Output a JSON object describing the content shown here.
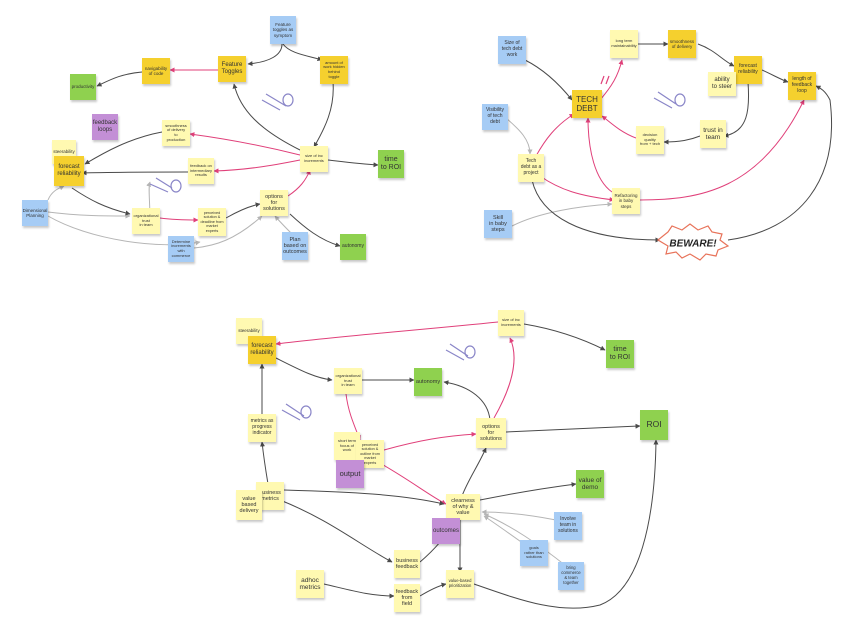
{
  "colors": {
    "yellow": "#fff9b1",
    "gold": "#f5d02e",
    "green": "#8fd14f",
    "blue": "#a6ccf5",
    "violet": "#c38fd6",
    "edge_dark": "#4a4a4a",
    "edge_pink": "#e0407a",
    "edge_light": "#b5b5b5"
  },
  "notes": [
    {
      "id": "feature-toggles-symptom",
      "text": "Feature\ntoggles as\nsymptom",
      "color": "blue"
    },
    {
      "id": "feature-toggles",
      "text": "Feature\nToggles",
      "color": "gold"
    },
    {
      "id": "navigability-of-code",
      "text": "navigability\nof code",
      "color": "gold"
    },
    {
      "id": "amount-of-work-hidden",
      "text": "amount of\nwork hidden\nbehind\ntoggle",
      "color": "gold"
    },
    {
      "id": "productivity",
      "text": "productivity",
      "color": "green"
    },
    {
      "id": "feedback-loops",
      "text": "feedback\nloops",
      "color": "violet"
    },
    {
      "id": "smoothness-of-delivery-top",
      "text": "smoothness\nof delivery\nto\nproduction",
      "color": "yellow"
    },
    {
      "id": "steerability-top",
      "text": "steerability",
      "color": "yellow"
    },
    {
      "id": "forecast-reliability-top",
      "text": "forecast\nreliability",
      "color": "gold"
    },
    {
      "id": "feedback-on-intermediary",
      "text": "feedback on\nintermediary\nresults",
      "color": "yellow"
    },
    {
      "id": "size-of-increments-top",
      "text": "size of inc\nincrements",
      "color": "yellow"
    },
    {
      "id": "time-to-roi-top",
      "text": "time\nto ROI",
      "color": "green"
    },
    {
      "id": "dimensional-planning",
      "text": "Dimensional\nPlanning",
      "color": "blue"
    },
    {
      "id": "organizational-trust-top",
      "text": "organizational\ntrust\nin team",
      "color": "yellow"
    },
    {
      "id": "perceived-solutions-top",
      "text": "perceived\nsolution &\ndeadline from\nmarket\nexperts",
      "color": "yellow"
    },
    {
      "id": "options-for-solutions-top",
      "text": "options\nfor\nsolutions",
      "color": "yellow"
    },
    {
      "id": "determine-increments",
      "text": "Determine\nincrements\nwith\ncommerce",
      "color": "blue"
    },
    {
      "id": "plan-based-on-outcomes",
      "text": "Plan\nbased on\noutcomes",
      "color": "blue"
    },
    {
      "id": "autonomy-top",
      "text": "autonomy",
      "color": "green"
    },
    {
      "id": "size-of-tech-debt",
      "text": "Size of\ntech debt\nwork",
      "color": "blue"
    },
    {
      "id": "long-term-maintainability",
      "text": "long term\nmaintainability",
      "color": "yellow"
    },
    {
      "id": "smoothness-of-delivery-right",
      "text": "smoothness\nof delivery",
      "color": "gold"
    },
    {
      "id": "tech-debt",
      "text": "TECH\nDEBT",
      "color": "gold"
    },
    {
      "id": "forecast-reliability-right",
      "text": "forecast\nreliability",
      "color": "gold"
    },
    {
      "id": "ability-to-steer",
      "text": "ability\nto steer",
      "color": "yellow"
    },
    {
      "id": "length-of-feedback-loop",
      "text": "length of\nfeedback\nloop",
      "color": "gold"
    },
    {
      "id": "visibility-of-tech-debt",
      "text": "Visibility\nof tech\ndebt",
      "color": "blue"
    },
    {
      "id": "decision-quality",
      "text": "decision\nquality\nfrom + tech",
      "color": "yellow"
    },
    {
      "id": "trust-in-team",
      "text": "trust in\nteam",
      "color": "yellow"
    },
    {
      "id": "tech-debt-as-project",
      "text": "Tech\ndebt as a\nproject",
      "color": "yellow"
    },
    {
      "id": "refactoring-baby-steps",
      "text": "Refactoring\nin baby\nsteps",
      "color": "yellow"
    },
    {
      "id": "skill-in-baby-steps",
      "text": "Skill\nin baby\nsteps",
      "color": "blue"
    },
    {
      "id": "steerability-bottom",
      "text": "steerability",
      "color": "yellow"
    },
    {
      "id": "forecast-reliability-bottom",
      "text": "forecast\nreliability",
      "color": "gold"
    },
    {
      "id": "size-of-increments-bottom",
      "text": "size of inc\nincrements",
      "color": "yellow"
    },
    {
      "id": "time-to-roi-bottom",
      "text": "time\nto ROI",
      "color": "green"
    },
    {
      "id": "organizational-trust-bottom",
      "text": "organizational\ntrust\nin team",
      "color": "yellow"
    },
    {
      "id": "autonomy-bottom",
      "text": "autonomy",
      "color": "green"
    },
    {
      "id": "metrics-as-progress",
      "text": "metrics as\nprogress\nindicator",
      "color": "yellow"
    },
    {
      "id": "options-for-solutions-bottom",
      "text": "options\nfor\nsolutions",
      "color": "yellow"
    },
    {
      "id": "roi",
      "text": "ROI",
      "color": "green"
    },
    {
      "id": "short-term-focus",
      "text": "short term\nfocus of\nwork",
      "color": "yellow"
    },
    {
      "id": "perceived-solutions-bottom",
      "text": "perceived\nsolution &\noutline from\nmarket\nexperts",
      "color": "yellow"
    },
    {
      "id": "output",
      "text": "output",
      "color": "violet"
    },
    {
      "id": "business-metrics",
      "text": "business\nmetrics",
      "color": "yellow"
    },
    {
      "id": "value-based-delivery",
      "text": "value\nbased\ndelivery",
      "color": "yellow"
    },
    {
      "id": "clearness-of-why",
      "text": "clearness\nof why &\nvalue",
      "color": "yellow"
    },
    {
      "id": "value-of-demo",
      "text": "value of\ndemo",
      "color": "green"
    },
    {
      "id": "outcomes",
      "text": "outcomes",
      "color": "violet"
    },
    {
      "id": "involve-team",
      "text": "Involve\nteam in\nsolutions",
      "color": "blue"
    },
    {
      "id": "goals-rather-than-solutions",
      "text": "goals\nrather than\nsolutions",
      "color": "blue"
    },
    {
      "id": "bring-commerce",
      "text": "bring\ncommerce\n& team\ntogether",
      "color": "blue"
    },
    {
      "id": "business-feedback",
      "text": "business\nfeedback",
      "color": "yellow"
    },
    {
      "id": "adhoc-metrics",
      "text": "adhoc\nmetrics",
      "color": "yellow"
    },
    {
      "id": "feedback-from-field",
      "text": "feedback\nfrom\nfield",
      "color": "yellow"
    },
    {
      "id": "value-based-prioritization",
      "text": "value-based\nprioritization",
      "color": "yellow"
    }
  ],
  "beware": {
    "text": "BEWARE!"
  }
}
